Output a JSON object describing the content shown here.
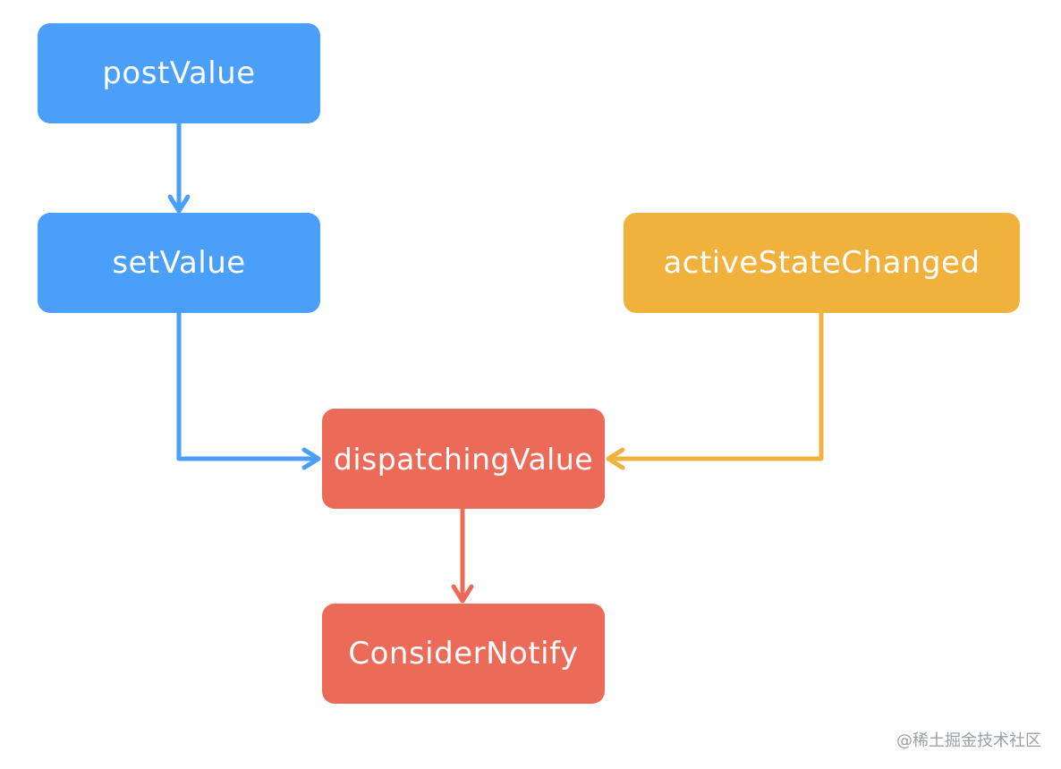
{
  "nodes": {
    "post_value": {
      "label": "postValue",
      "color": "#4A9FF8"
    },
    "set_value": {
      "label": "setValue",
      "color": "#4A9FF8"
    },
    "active_state_changed": {
      "label": "activeStateChanged",
      "color": "#F1B23D"
    },
    "dispatching_value": {
      "label": "dispatchingValue",
      "color": "#EC6B58"
    },
    "consider_notify": {
      "label": "ConsiderNotify",
      "color": "#EC6B58"
    }
  },
  "edges": [
    {
      "from": "postValue",
      "to": "setValue",
      "color": "#4A9FF8"
    },
    {
      "from": "setValue",
      "to": "dispatchingValue",
      "color": "#4A9FF8"
    },
    {
      "from": "activeStateChanged",
      "to": "dispatchingValue",
      "color": "#F1B23D"
    },
    {
      "from": "dispatchingValue",
      "to": "ConsiderNotify",
      "color": "#EC6B58"
    }
  ],
  "watermark": "@稀土掘金技术社区"
}
